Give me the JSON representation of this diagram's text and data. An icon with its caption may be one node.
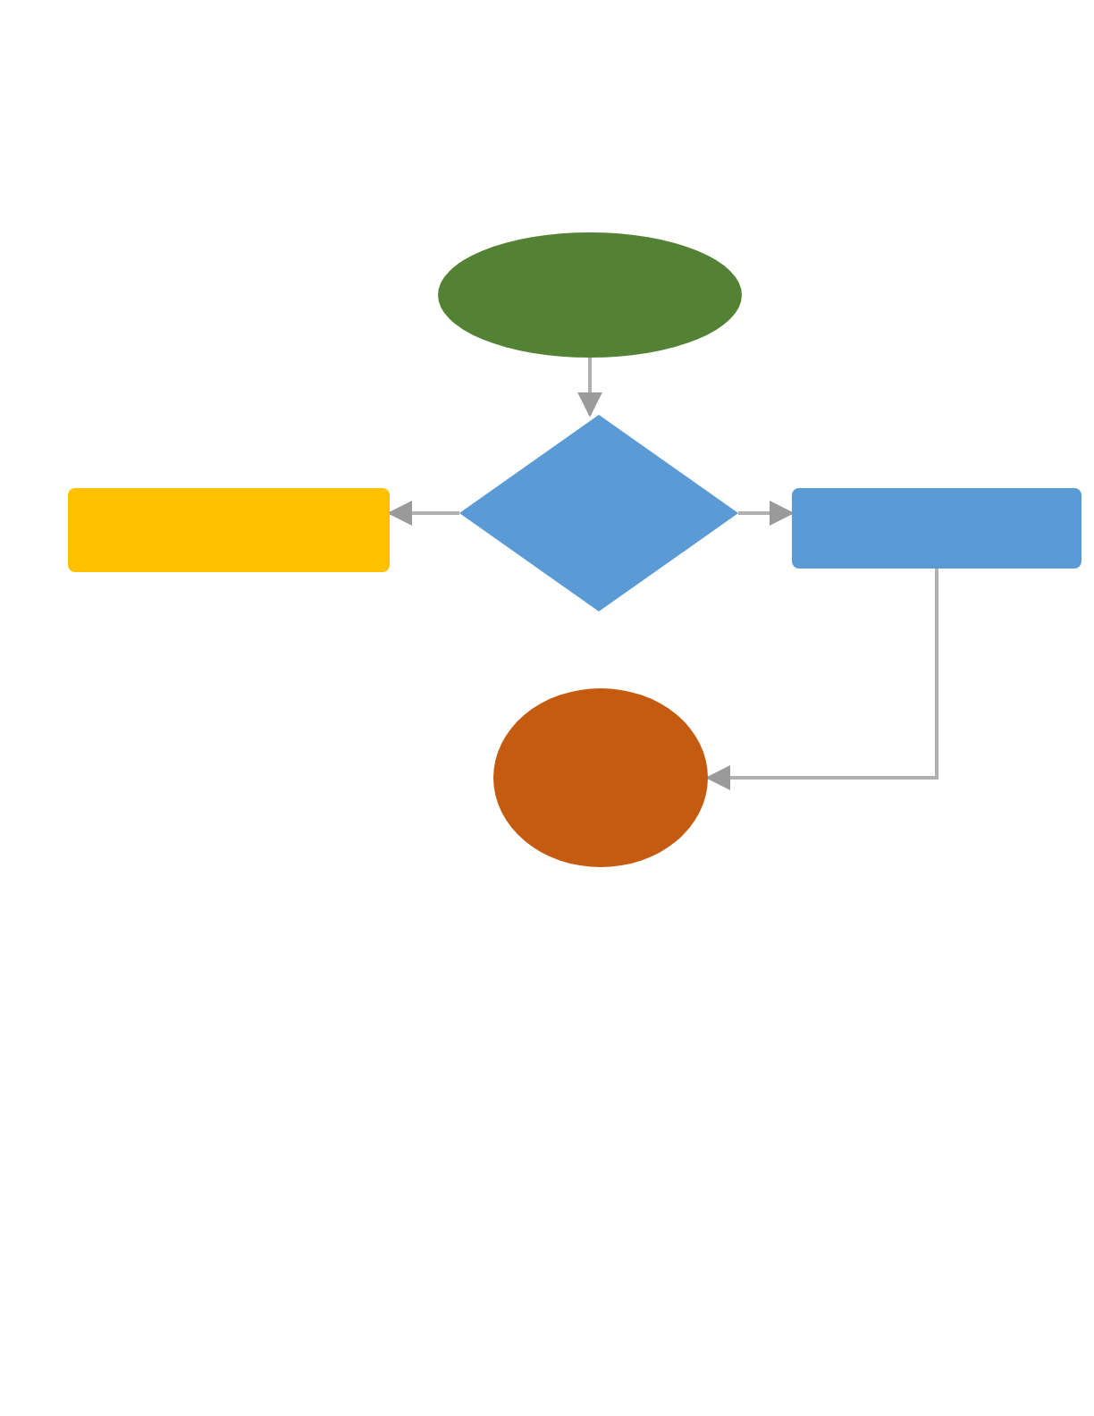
{
  "diagram": {
    "nodes": [
      {
        "text": [],
        "shape": "ellipse"
      },
      {
        "text": [],
        "shape": "diamond"
      },
      {
        "text": [],
        "shape": "box"
      },
      {
        "text": [],
        "shape": "box"
      },
      {
        "text": [],
        "shape": "ellipse"
      }
    ],
    "edges": [
      {
        "from": 0,
        "to": 1,
        "arrow": "to"
      },
      {
        "from": 1,
        "to": 2,
        "arrow": "to"
      },
      {
        "from": 1,
        "to": 3,
        "arrow": "to"
      },
      {
        "from": 3,
        "to": 4,
        "arrow": "to"
      }
    ]
  }
}
